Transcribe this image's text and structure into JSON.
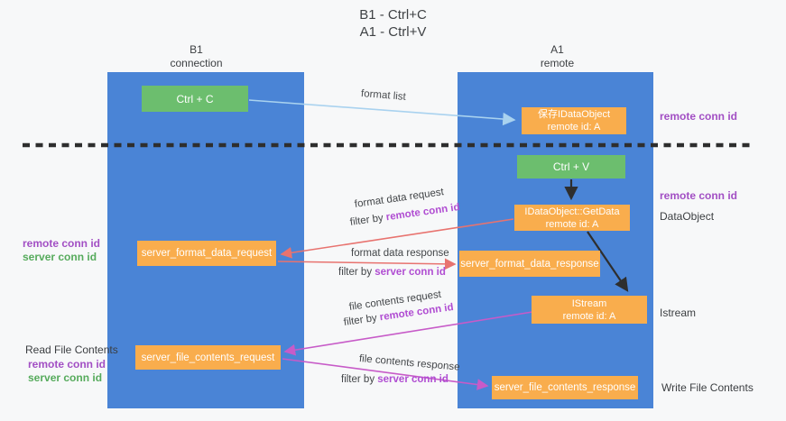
{
  "title": {
    "line1": "B1 - Ctrl+C",
    "line2": "A1 - Ctrl+V"
  },
  "columns": {
    "left": {
      "header_line1": "B1",
      "header_line2": "connection"
    },
    "right": {
      "header_line1": "A1",
      "header_line2": "remote"
    }
  },
  "boxes": {
    "ctrl_c": {
      "label": "Ctrl + C"
    },
    "save_idataobject": {
      "line1": "保存IDataObject",
      "line2": "remote id: A"
    },
    "ctrl_v": {
      "label": "Ctrl + V"
    },
    "idataobject_getdata": {
      "line1": "IDataObject::GetData",
      "line2": "remote id: A"
    },
    "server_format_data_request": {
      "label": "server_format_data_request"
    },
    "server_format_data_response": {
      "label": "server_format_data_response"
    },
    "istream": {
      "line1": "IStream",
      "line2": "remote id: A"
    },
    "server_file_contents_request": {
      "label": "server_file_contents_request"
    },
    "server_file_contents_response": {
      "label": "server_file_contents_response"
    }
  },
  "side_labels": {
    "left_format_remote": "remote conn id",
    "left_format_server": "server conn id",
    "read_file_contents": "Read File Contents",
    "left_file_remote": "remote conn id",
    "left_file_server": "server conn id",
    "right_remote_top": "remote conn id",
    "right_remote_mid": "remote conn id",
    "dataobject": "DataObject",
    "istream": "Istream",
    "write_file_contents": "Write File Contents"
  },
  "arrow_labels": {
    "format_list": "format list",
    "format_data_request": "format data request",
    "format_data_response": "format data response",
    "file_contents_request": "file contents request",
    "file_contents_response": "file contents response",
    "filter_prefix": "filter by ",
    "remote_conn_id": "remote conn id",
    "server_conn_id": "server conn id"
  },
  "colors": {
    "column_blue": "#4a84d6",
    "box_orange": "#f9ad4d",
    "box_green": "#6cbe6e",
    "label_purple": "#a24fc4",
    "label_green": "#56ab5c",
    "arrow_red": "#e8736f",
    "arrow_magenta": "#c75bc8",
    "arrow_lightblue": "#a9d2ef",
    "arrow_black": "#2e2e2e"
  }
}
